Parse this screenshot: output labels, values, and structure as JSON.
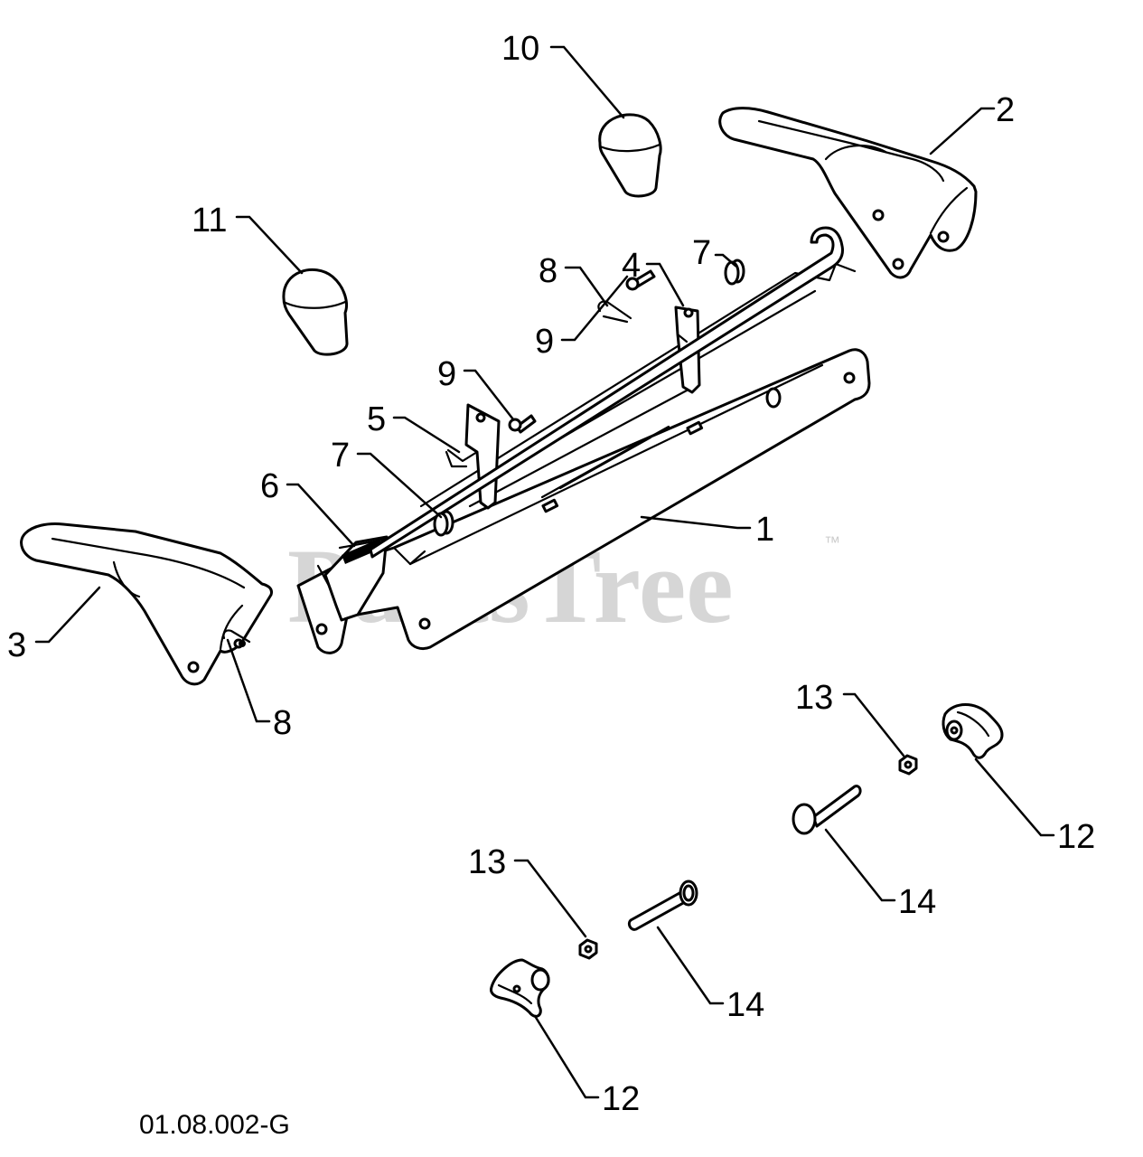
{
  "diagram": {
    "watermark": "PartsTree",
    "watermark_tm": "™",
    "figure_code": "01.08.002-G",
    "callouts": [
      "10",
      "2",
      "11",
      "8",
      "4",
      "7",
      "9",
      "9",
      "5",
      "7",
      "6",
      "1",
      "3",
      "8",
      "13",
      "12",
      "14",
      "13",
      "14",
      "12"
    ]
  }
}
